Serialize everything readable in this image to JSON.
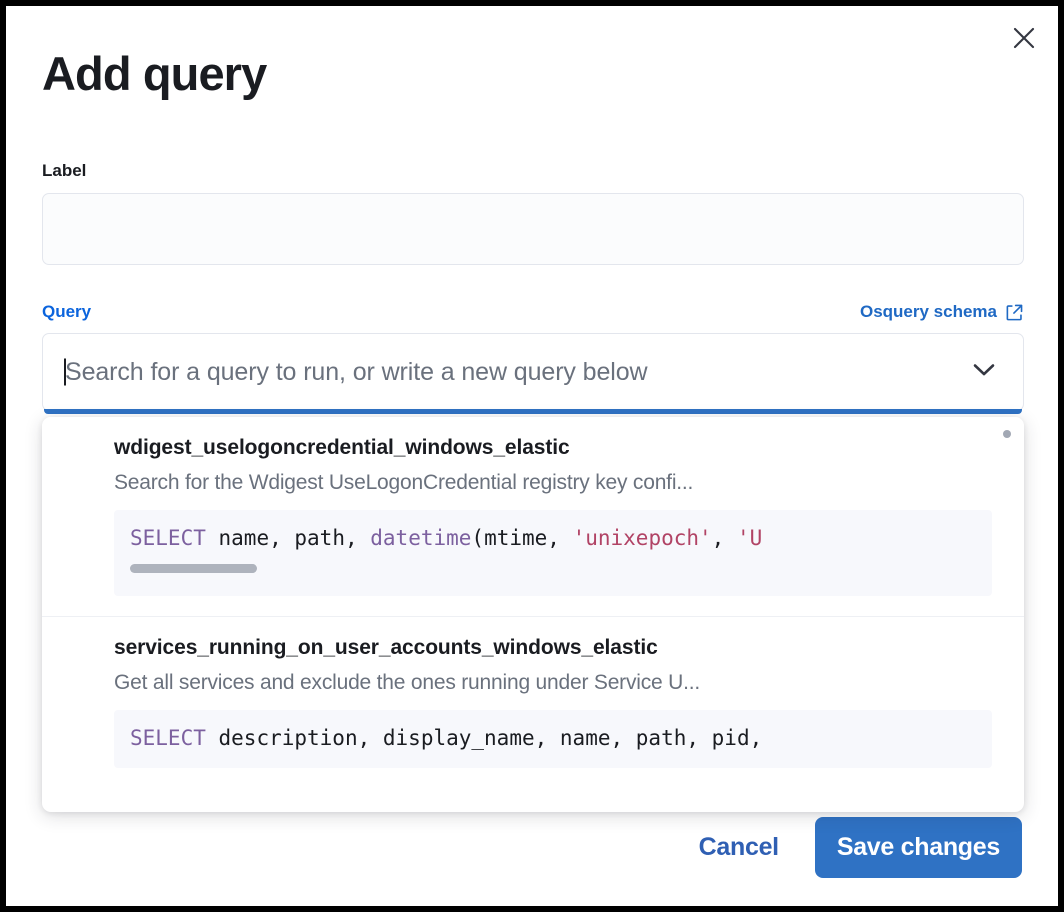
{
  "modal": {
    "title": "Add query",
    "close_icon": "close-icon"
  },
  "label_field": {
    "label": "Label",
    "value": "",
    "placeholder": ""
  },
  "query_field": {
    "label": "Query",
    "schema_link": {
      "text": "Osquery schema",
      "icon": "external-link-icon"
    },
    "combo": {
      "value": "",
      "placeholder": "Search for a query to run, or write a new query below",
      "chevron_icon": "chevron-down-icon"
    }
  },
  "dropdown": {
    "options": [
      {
        "title": "wdigest_uselogoncredential_windows_elastic",
        "description": "Search for the Wdigest UseLogonCredential registry key confi...",
        "code_tokens": [
          {
            "t": "SELECT",
            "c": "kw"
          },
          {
            "t": " ",
            "c": "punc"
          },
          {
            "t": "name",
            "c": "id"
          },
          {
            "t": ", ",
            "c": "punc"
          },
          {
            "t": "path",
            "c": "id"
          },
          {
            "t": ", ",
            "c": "punc"
          },
          {
            "t": "datetime",
            "c": "fn"
          },
          {
            "t": "(",
            "c": "punc"
          },
          {
            "t": "mtime",
            "c": "id"
          },
          {
            "t": ", ",
            "c": "punc"
          },
          {
            "t": "'unixepoch'",
            "c": "str"
          },
          {
            "t": ", ",
            "c": "punc"
          },
          {
            "t": "'U",
            "c": "str"
          }
        ],
        "has_scrollbar": true
      },
      {
        "title": "services_running_on_user_accounts_windows_elastic",
        "description": "Get all services and exclude the ones running under Service U...",
        "code_tokens": [
          {
            "t": "SELECT",
            "c": "kw"
          },
          {
            "t": " ",
            "c": "punc"
          },
          {
            "t": "description",
            "c": "id"
          },
          {
            "t": ", ",
            "c": "punc"
          },
          {
            "t": "display_name",
            "c": "id"
          },
          {
            "t": ", ",
            "c": "punc"
          },
          {
            "t": "name",
            "c": "id"
          },
          {
            "t": ", ",
            "c": "punc"
          },
          {
            "t": "path",
            "c": "id"
          },
          {
            "t": ", ",
            "c": "punc"
          },
          {
            "t": "pid",
            "c": "id"
          },
          {
            "t": ",",
            "c": "punc"
          }
        ],
        "has_scrollbar": false
      }
    ]
  },
  "footer": {
    "cancel_label": "Cancel",
    "save_label": "Save changes"
  },
  "colors": {
    "accent_blue": "#2f72c4",
    "link_blue": "#1f69c4",
    "text_dark": "#1a1c21",
    "text_muted": "#6a717d",
    "sql_keyword": "#7c609f",
    "sql_string": "#b14365",
    "code_bg": "#f7f8fc",
    "input_bg": "#fbfcfd",
    "border": "#e3e6ed"
  }
}
